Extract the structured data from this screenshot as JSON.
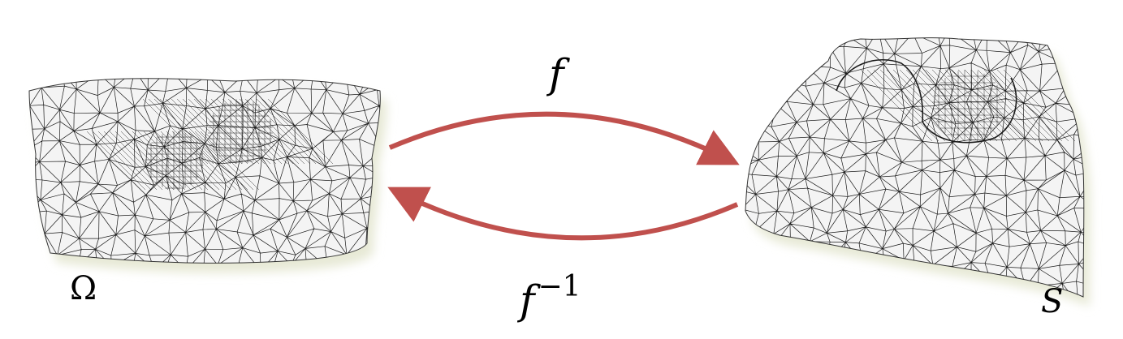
{
  "labels": {
    "forward_map": "f",
    "inverse_map_base": "f",
    "inverse_map_exponent": "−1",
    "domain": "Ω",
    "surface": "S"
  },
  "colors": {
    "arrow": "#c0504d",
    "mesh_stroke": "#1a1a1a",
    "mesh_fill": "#f4f4f4",
    "shadow": "#e7e9d6"
  },
  "icons": {
    "domain_mesh": "flat-triangle-mesh-icon",
    "surface_mesh": "3d-triangle-mesh-icon"
  }
}
